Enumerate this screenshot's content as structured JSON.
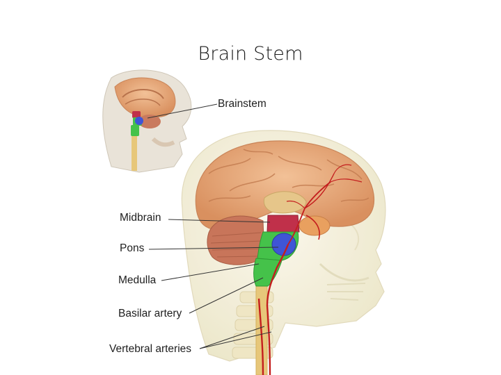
{
  "slide": {
    "title": "Brain Stem"
  },
  "labels": {
    "brainstem": "Brainstem",
    "midbrain": "Midbrain",
    "pons": "Pons",
    "medulla": "Medulla",
    "basilar_artery": "Basilar artery",
    "vertebral_arteries": "Vertebral arteries"
  },
  "colors": {
    "brain": "#e8a97a",
    "midbrain": "#c0304a",
    "pons": "#3f55d6",
    "medulla": "#45c24a",
    "artery": "#c41e1e",
    "cerebellum": "#c8755a",
    "spinal_cord": "#e7c77a",
    "skull": "#f3efd6"
  }
}
